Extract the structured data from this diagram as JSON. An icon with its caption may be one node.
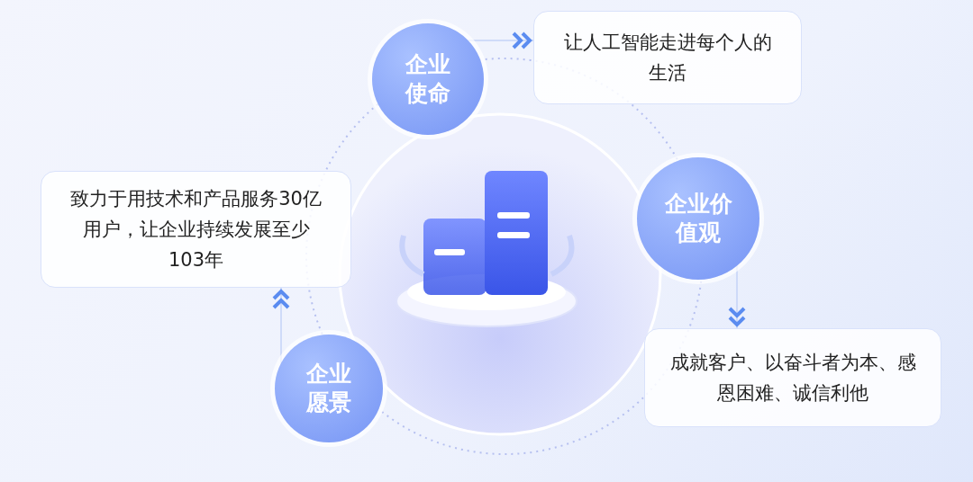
{
  "diagram": {
    "nodes": [
      {
        "text": [
          "企业使命"
        ]
      },
      {
        "text": [
          "让人工智能走进每个人的生活"
        ]
      },
      {
        "text": [
          "企业价值观"
        ]
      },
      {
        "text": [
          "成就客户、以奋斗者为本、感恩困难、诚信利他"
        ]
      },
      {
        "text": [
          "企业愿景"
        ]
      },
      {
        "text": [
          "致力于用技术和产品服务30亿用户，让企业持续发展至少103年"
        ]
      }
    ],
    "edges": [
      {
        "from": 0,
        "to": 1,
        "arrow": "to"
      },
      {
        "from": 2,
        "to": 3,
        "arrow": "to"
      },
      {
        "from": 4,
        "to": 5,
        "arrow": "to"
      }
    ]
  }
}
